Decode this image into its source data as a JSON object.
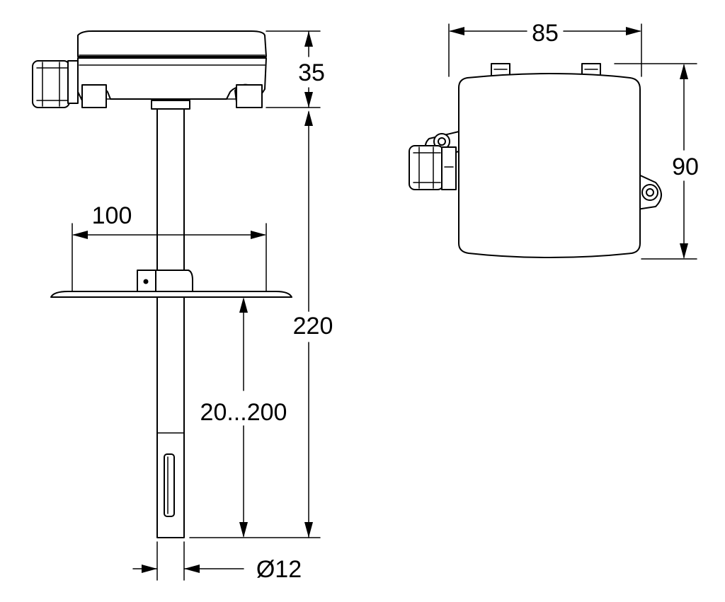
{
  "dimensions": {
    "housing_height": "35",
    "total_length": "220",
    "flange_width": "100",
    "insertion_depth": "20...200",
    "probe_diameter": "Ø12",
    "housing_width": "85",
    "housing_depth": "90"
  }
}
